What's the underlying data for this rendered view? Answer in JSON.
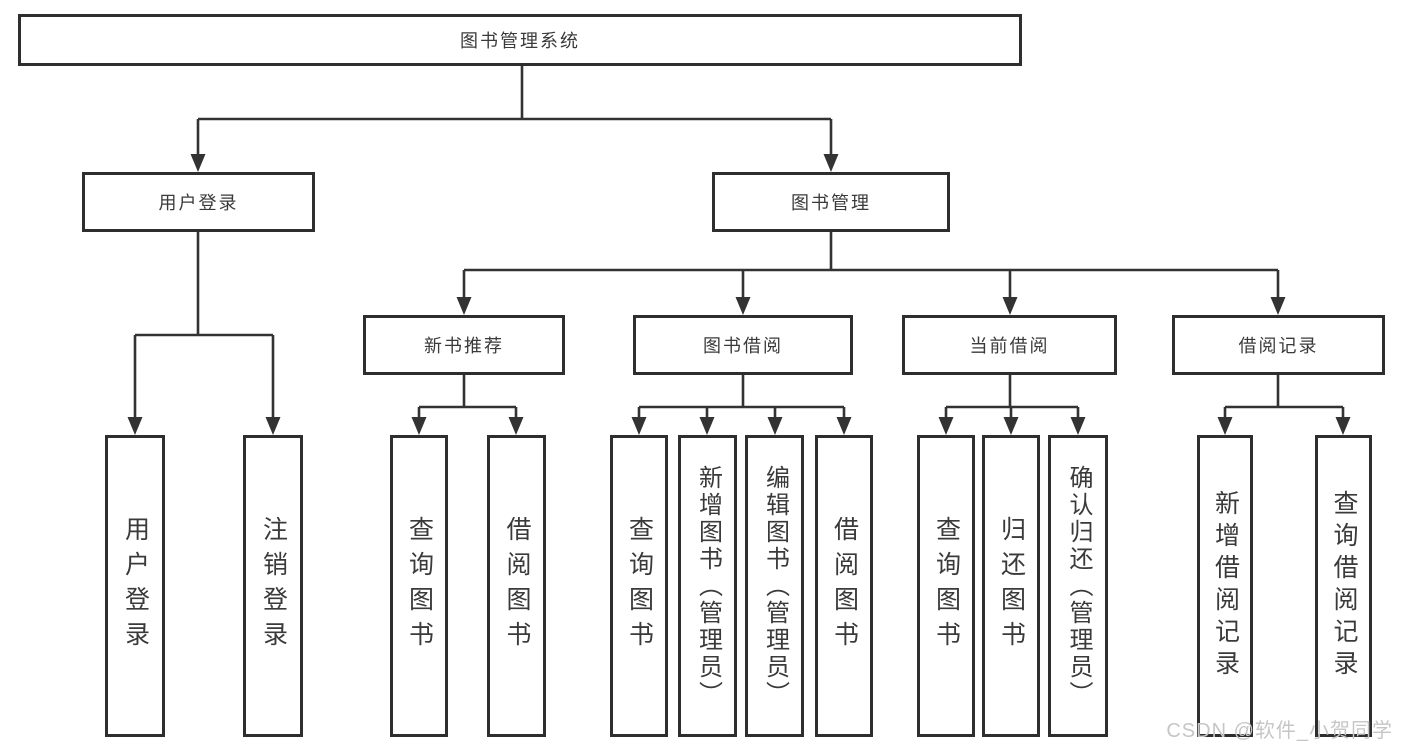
{
  "diagram_title": "图书管理系统",
  "tree": {
    "root": {
      "label": "图书管理系统",
      "children": [
        {
          "label": "用户登录",
          "children": [
            {
              "label": "用户登录"
            },
            {
              "label": "注销登录"
            }
          ]
        },
        {
          "label": "图书管理",
          "children": [
            {
              "label": "新书推荐",
              "children": [
                {
                  "label": "查询图书"
                },
                {
                  "label": "借阅图书"
                }
              ]
            },
            {
              "label": "图书借阅",
              "children": [
                {
                  "label": "查询图书"
                },
                {
                  "label": "新增图书（管理员）"
                },
                {
                  "label": "编辑图书（管理员）"
                },
                {
                  "label": "借阅图书"
                }
              ]
            },
            {
              "label": "当前借阅",
              "children": [
                {
                  "label": "查询图书"
                },
                {
                  "label": "归还图书"
                },
                {
                  "label": "确认归还（管理员）"
                }
              ]
            },
            {
              "label": "借阅记录",
              "children": [
                {
                  "label": "新增借阅记录"
                },
                {
                  "label": "查询借阅记录"
                }
              ]
            }
          ]
        }
      ]
    }
  },
  "watermark": {
    "text": "CSDN @软件_小贺同学"
  },
  "colors": {
    "line": "#333333",
    "box_border": "#2e2e2e",
    "text": "#3a3a3a",
    "watermark": "#c6c6c6",
    "background": "#ffffff"
  }
}
